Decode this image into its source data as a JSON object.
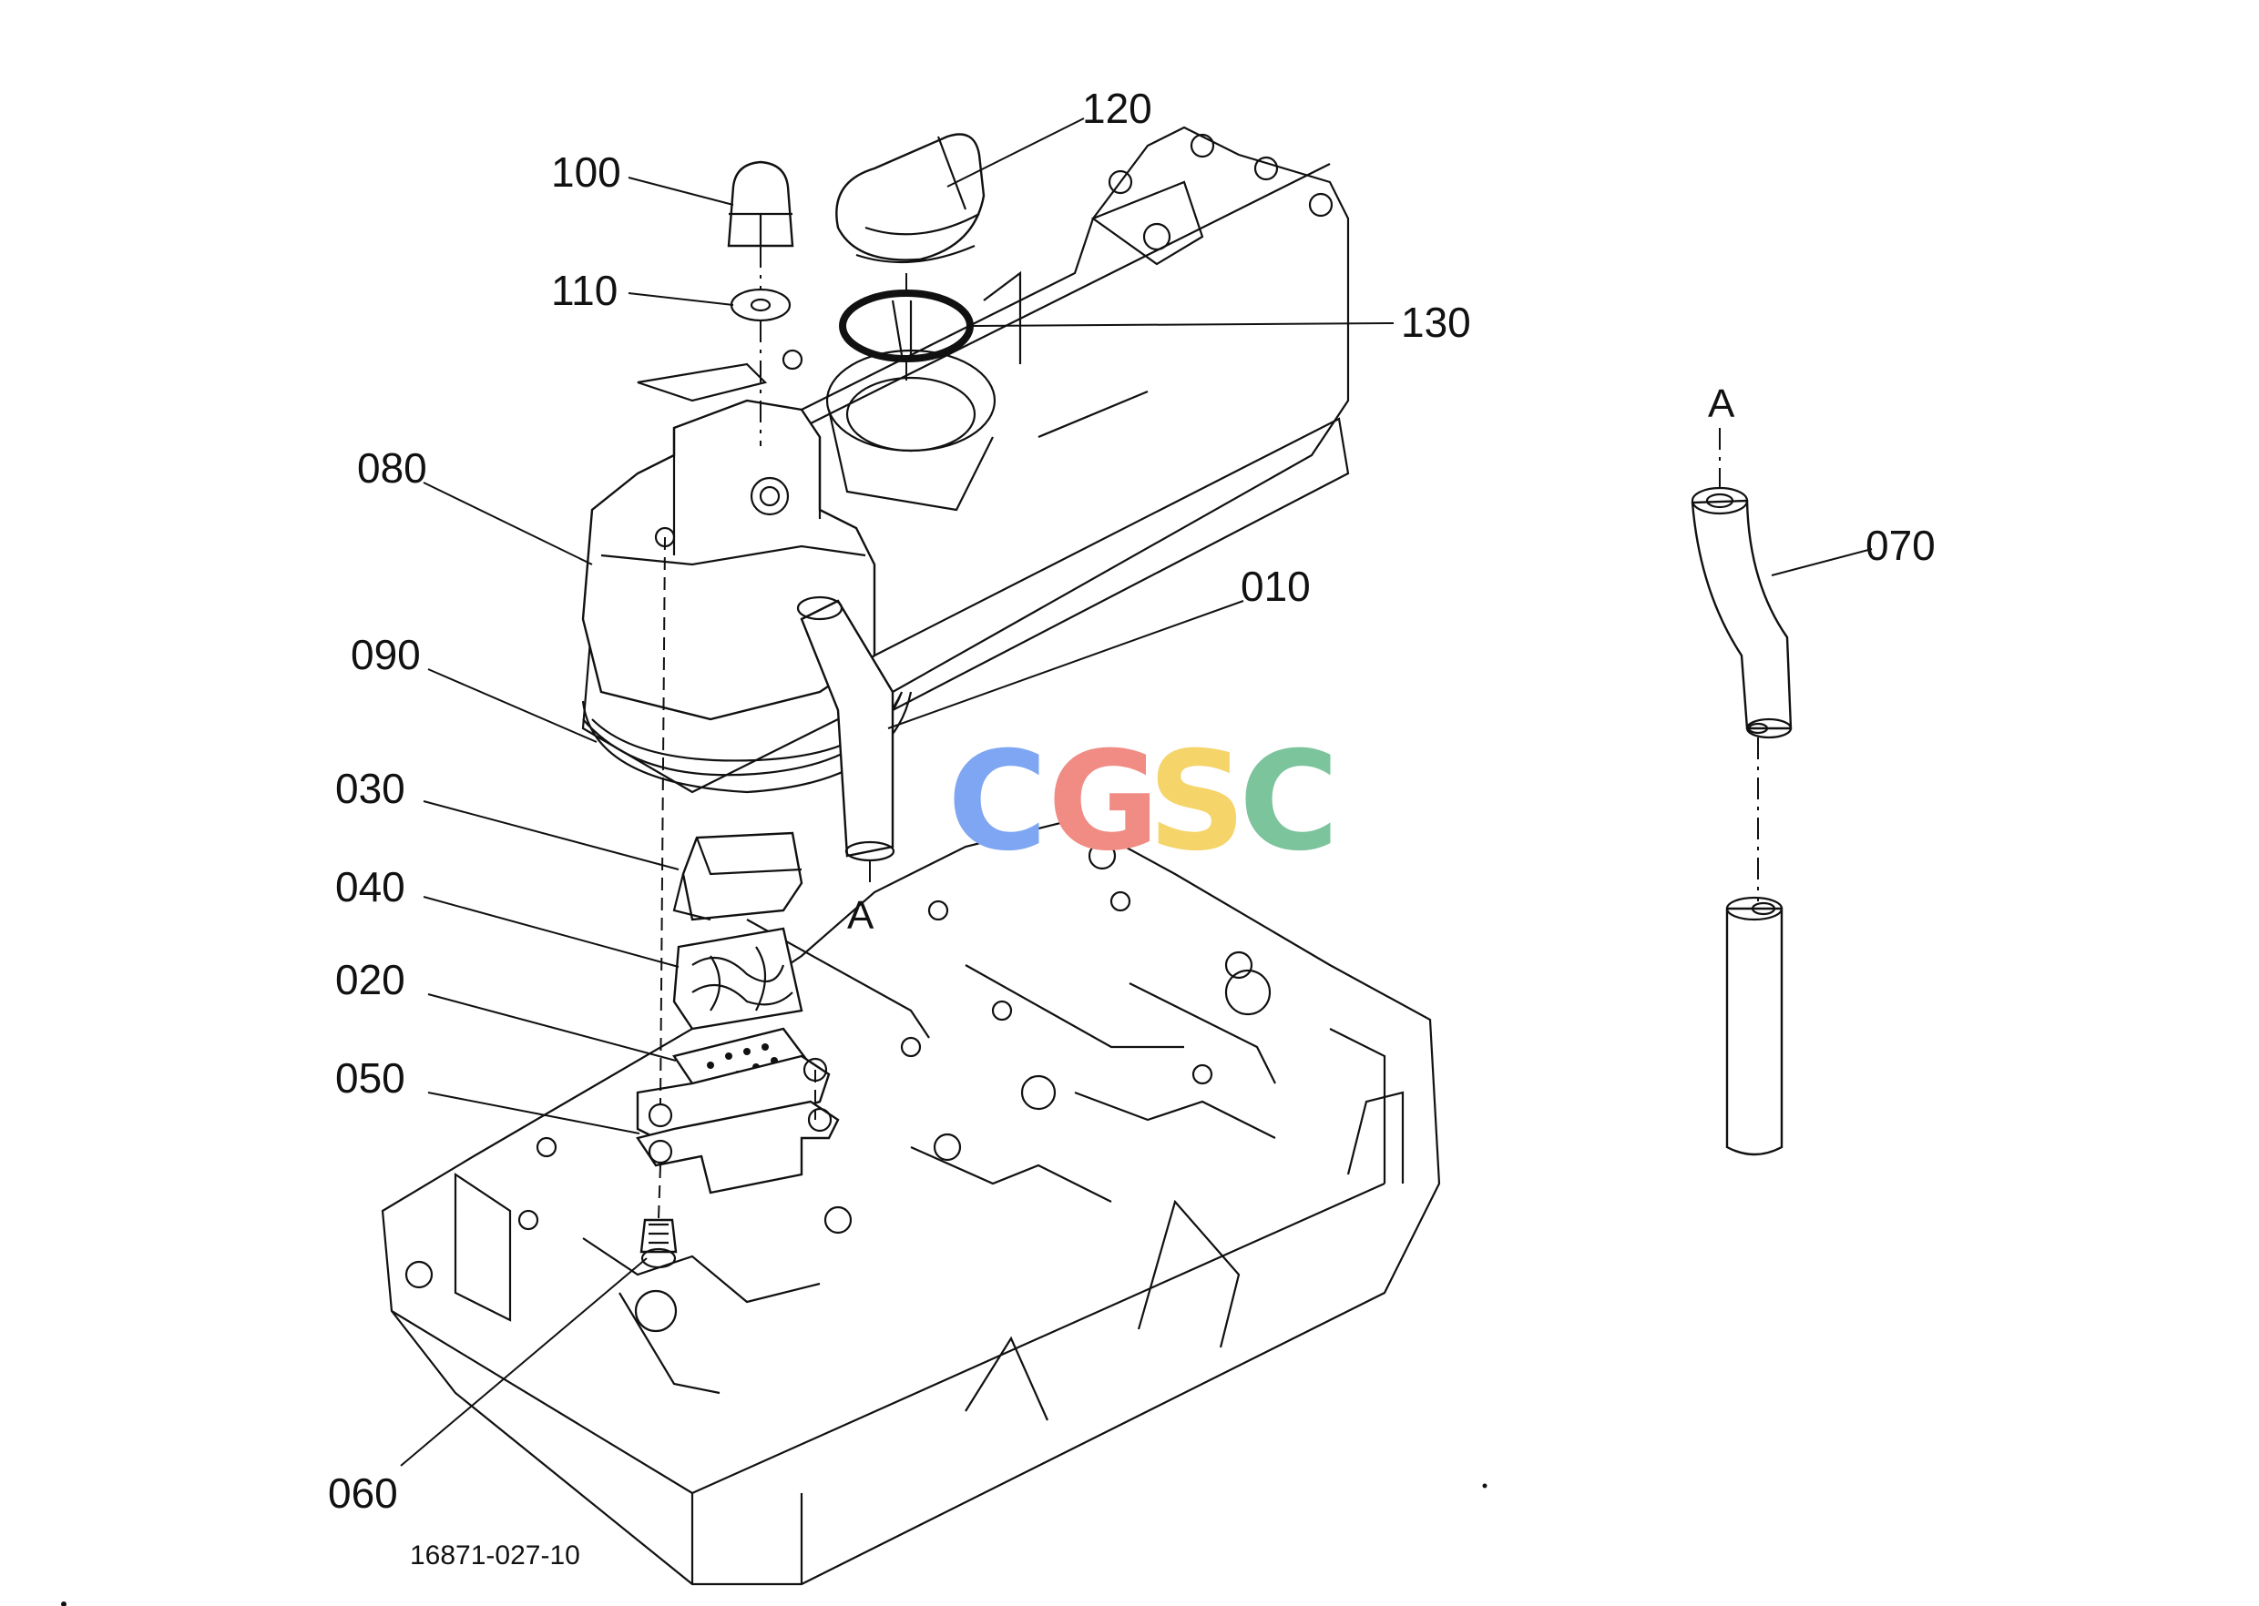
{
  "parts": {
    "p010": "010",
    "p020": "020",
    "p030": "030",
    "p040": "040",
    "p050": "050",
    "p060": "060",
    "p070": "070",
    "p080": "080",
    "p090": "090",
    "p100": "100",
    "p110": "110",
    "p120": "120",
    "p130": "130"
  },
  "refs": {
    "hose_end": "A",
    "pipe_end": "A"
  },
  "drawing_code": "16871-027-10",
  "watermark": {
    "letters": [
      "C",
      "G",
      "S",
      "C"
    ],
    "colors": [
      "#7ea6f2",
      "#f08c84",
      "#f5d46a",
      "#7cc49c"
    ]
  }
}
